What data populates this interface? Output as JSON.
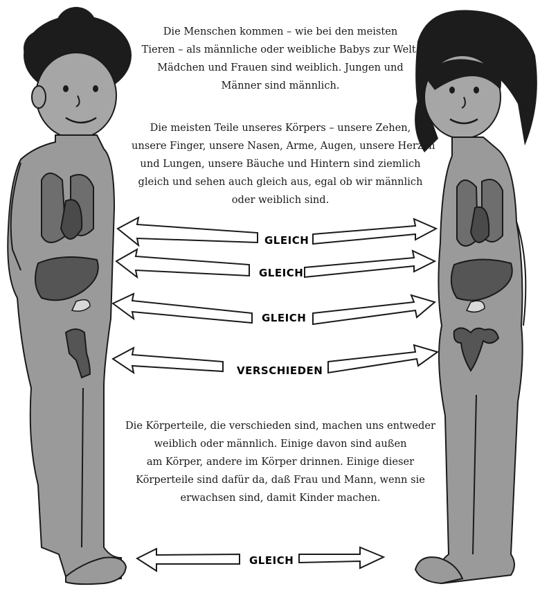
{
  "intro": {
    "lines": [
      "Die Menschen kommen – wie bei den meisten",
      "Tieren – als männliche oder weibliche Babys zur Welt.",
      "Mädchen und Frauen sind weiblich. Jungen und",
      "Männer sind männlich."
    ]
  },
  "body_parts": {
    "lines": [
      "Die meisten Teile unseres Körpers – unsere Zehen,",
      "unsere Finger, unsere Nasen, Arme, Augen, unsere Herzen",
      "und Lungen, unsere Bäuche und Hintern sind ziemlich",
      "gleich und sehen auch gleich aus, egal ob wir männlich",
      "oder weiblich sind."
    ]
  },
  "outro": {
    "lines": [
      "Die Körperteile, die verschieden sind, machen uns entweder",
      "weiblich oder männlich. Einige davon sind außen",
      "am Körper, andere im Körper drinnen. Einige dieser",
      "Körperteile sind dafür da, daß Frau und Mann, wenn sie",
      "erwachsen sind, damit Kinder machen."
    ]
  },
  "comparisons": [
    {
      "label": "GLEICH"
    },
    {
      "label": "GLEICH"
    },
    {
      "label": "GLEICH"
    },
    {
      "label": "VERSCHIEDEN"
    },
    {
      "label": "GLEICH"
    }
  ],
  "colors": {
    "skin": "#9a9a9a",
    "skin_shadow": "#7d7d7d",
    "organ": "#555555",
    "hair": "#1c1c1c",
    "ink": "#1a1a1a"
  }
}
